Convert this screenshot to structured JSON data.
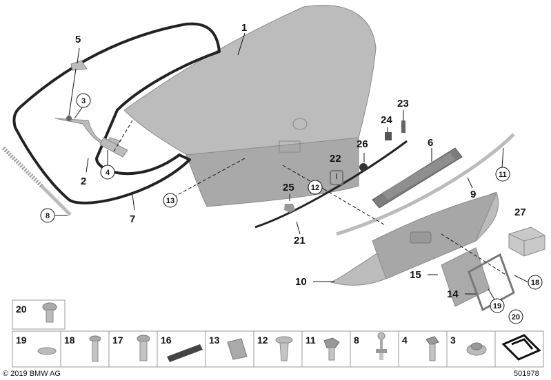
{
  "callouts": {
    "c1": "1",
    "c2": "2",
    "c3": "3",
    "c4": "4",
    "c5": "5",
    "c6": "6",
    "c7": "7",
    "c8": "8",
    "c9": "9",
    "c10": "10",
    "c11": "11",
    "c12": "12",
    "c13": "13",
    "c14": "14",
    "c15": "15",
    "c18": "18",
    "c19": "19",
    "c20": "20",
    "c21": "21",
    "c22": "22",
    "c23": "23",
    "c24": "24",
    "c25": "25",
    "c26": "26",
    "c27": "27"
  },
  "fasteners_top": {
    "n20": "20"
  },
  "fasteners_row": [
    "19",
    "18",
    "17",
    "16",
    "13",
    "12",
    "11",
    "8",
    "4",
    "3"
  ],
  "footer": {
    "copyright": "© 2019 BMW AG",
    "diagram_number": "501978"
  }
}
